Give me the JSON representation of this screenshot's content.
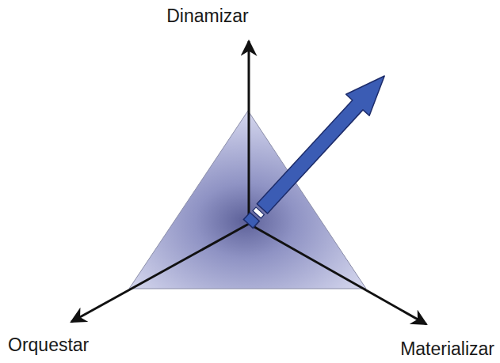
{
  "diagram": {
    "labels": [
      "Dinamizar",
      "Orquestar",
      "Materializar"
    ]
  }
}
